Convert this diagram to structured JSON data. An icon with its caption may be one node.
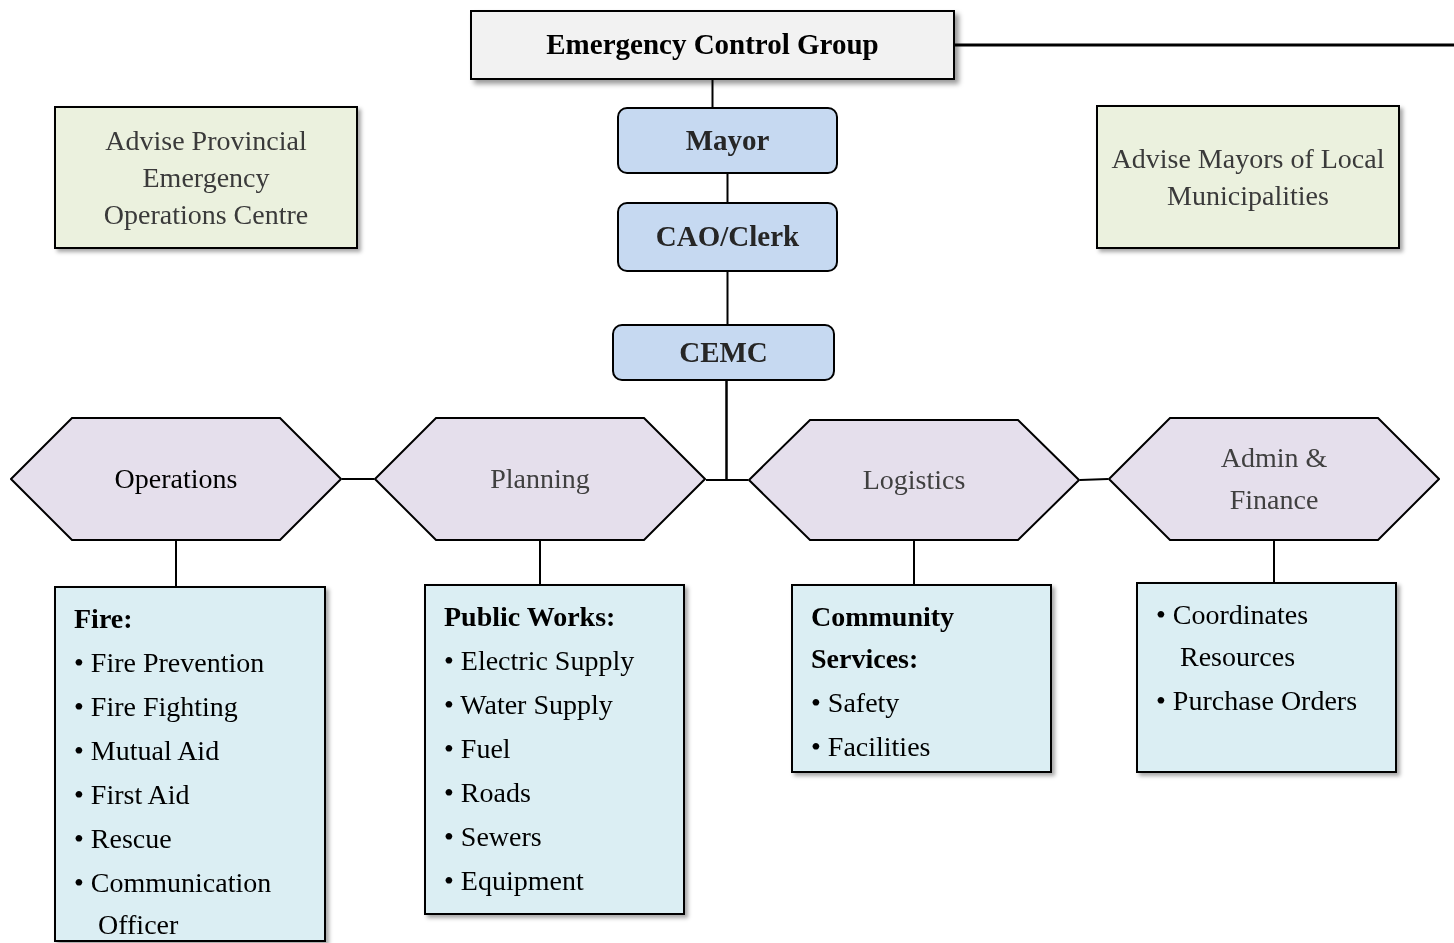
{
  "diagram": {
    "nodes": [
      {
        "text": [
          "Emergency Control Group"
        ]
      },
      {
        "text": [
          "Mayor"
        ]
      },
      {
        "text": [
          "CAO/Clerk"
        ]
      },
      {
        "text": [
          "CEMC"
        ]
      },
      {
        "text": [
          "Advise Provincial Emergency Operations Centre"
        ]
      },
      {
        "text": [
          "Advise Mayors of Local Municipalities"
        ]
      },
      {
        "text": [
          "Operations"
        ]
      },
      {
        "text": [
          "Planning"
        ]
      },
      {
        "text": [
          "Logistics"
        ]
      },
      {
        "text": [
          "Admin & Finance"
        ]
      },
      {
        "text": [
          "Fire:",
          "• Fire Prevention",
          "• Fire Fighting",
          "• Mutual Aid",
          "• First Aid",
          "• Rescue",
          "• Communication Officer"
        ]
      },
      {
        "text": [
          "Public Works:",
          "• Electric Supply",
          "• Water Supply",
          "• Fuel",
          "• Roads",
          "• Sewers",
          "• Equipment"
        ]
      },
      {
        "text": [
          "Community Services:",
          "• Safety",
          "• Facilities"
        ]
      },
      {
        "text": [
          "• Coordinates Resources",
          "• Purchase Orders"
        ]
      }
    ],
    "edges": [
      {
        "from": 0,
        "to": null,
        "arrow": "none"
      },
      {
        "from": 0,
        "to": 1,
        "arrow": "none"
      },
      {
        "from": 1,
        "to": 2,
        "arrow": "none"
      },
      {
        "from": 2,
        "to": 3,
        "arrow": "none"
      },
      {
        "from": 3,
        "to": 7,
        "arrow": "none"
      },
      {
        "from": 3,
        "to": 8,
        "arrow": "none"
      },
      {
        "from": 6,
        "to": 7,
        "arrow": "none"
      },
      {
        "from": 8,
        "to": 9,
        "arrow": "none"
      },
      {
        "from": 6,
        "to": 10,
        "arrow": "none"
      },
      {
        "from": 7,
        "to": 11,
        "arrow": "none"
      },
      {
        "from": 8,
        "to": 12,
        "arrow": "none"
      },
      {
        "from": 9,
        "to": 13,
        "arrow": "none"
      }
    ]
  }
}
